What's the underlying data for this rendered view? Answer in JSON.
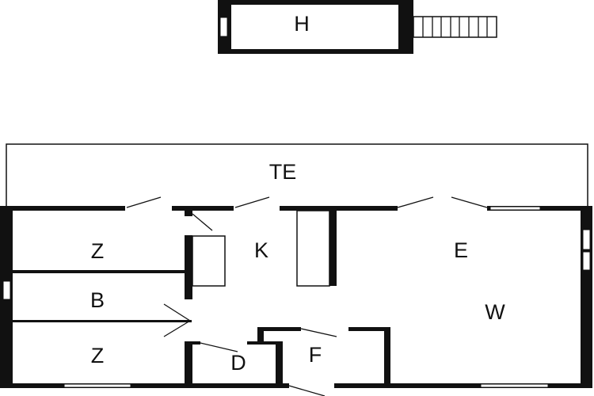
{
  "floorplan": {
    "rooms": {
      "shed": "H",
      "terrace": "TE",
      "bedroom_top": "Z",
      "bathroom": "B",
      "bedroom_bottom": "Z",
      "kitchen": "K",
      "dining": "E",
      "living": "W",
      "shower": "D",
      "storage": "F"
    },
    "colors": {
      "wall": "#111111",
      "background": "#ffffff"
    }
  }
}
